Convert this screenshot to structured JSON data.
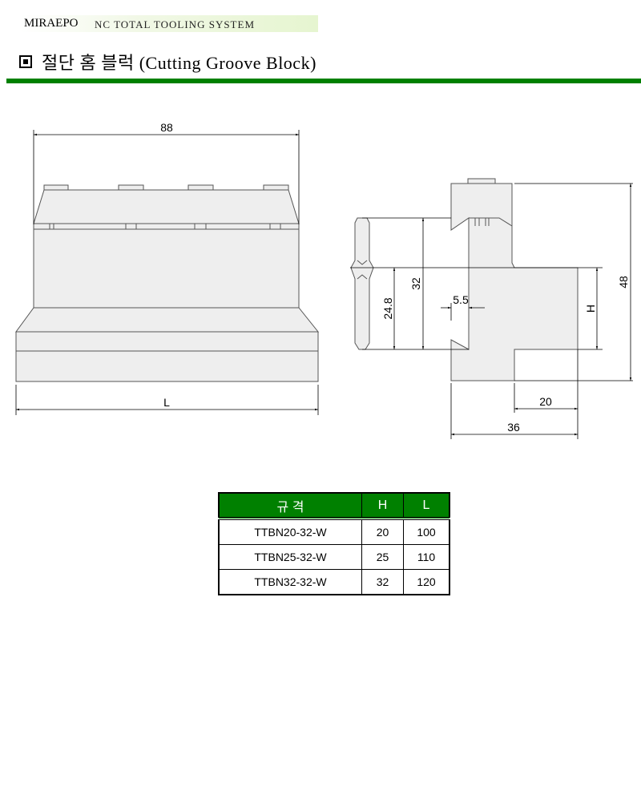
{
  "header": {
    "brand": "MIRAEPO",
    "system": "NC TOTAL TOOLING SYSTEM"
  },
  "page_title": "절단 홈 블럭 (Cutting Groove Block)",
  "drawing": {
    "front_view": {
      "width_dim": "88",
      "length_dim": "L"
    },
    "side_view": {
      "dim_32": "32",
      "dim_24_8": "24.8",
      "dim_5_5": "5.5",
      "dim_h": "H",
      "dim_48": "48",
      "dim_20": "20",
      "dim_36": "36"
    }
  },
  "table": {
    "headers": [
      "규  격",
      "H",
      "L"
    ],
    "rows": [
      [
        "TTBN20-32-W",
        "20",
        "100"
      ],
      [
        "TTBN25-32-W",
        "25",
        "110"
      ],
      [
        "TTBN32-32-W",
        "32",
        "120"
      ]
    ]
  },
  "colors": {
    "accent": "#008000",
    "part_fill": "#eeeeee"
  }
}
